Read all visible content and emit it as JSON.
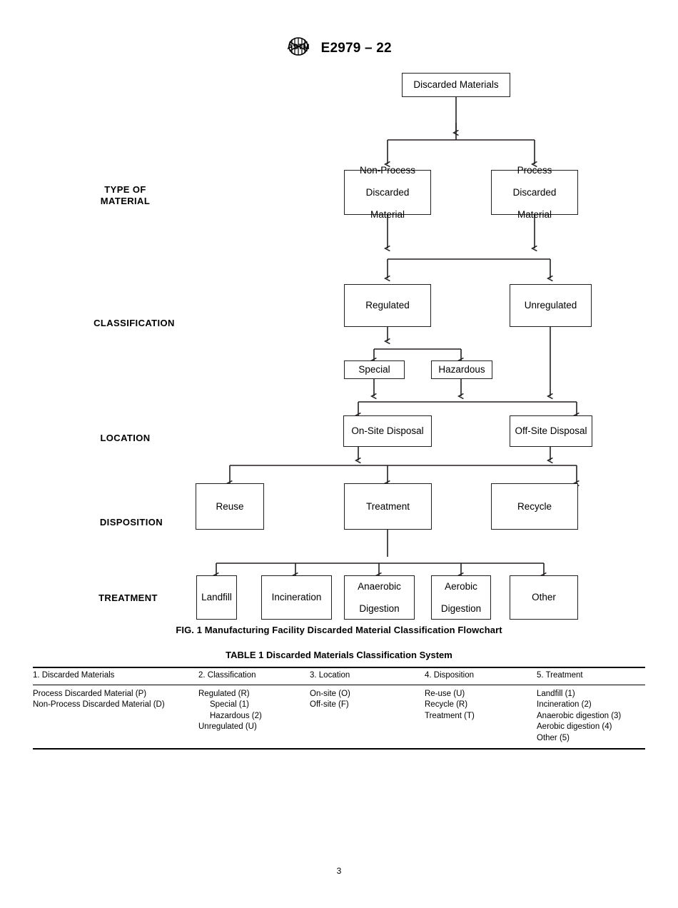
{
  "header": {
    "logo_icon": "astm-logo-icon",
    "designation": "E2979 – 22"
  },
  "figure": {
    "caption": "FIG. 1 Manufacturing Facility Discarded Material Classification Flowchart",
    "row_labels": [
      {
        "id": "type-of-material",
        "line1": "TYPE OF",
        "line2": "MATERIAL"
      },
      {
        "id": "classification",
        "line1": "CLASSIFICATION",
        "line2": ""
      },
      {
        "id": "location",
        "line1": "LOCATION",
        "line2": ""
      },
      {
        "id": "disposition",
        "line1": "DISPOSITION",
        "line2": ""
      },
      {
        "id": "treatment",
        "line1": "TREATMENT",
        "line2": ""
      }
    ],
    "nodes": {
      "discarded_materials": "Discarded Materials",
      "non_process": {
        "l1": "Non-Process",
        "l2": "Discarded",
        "l3": "Material"
      },
      "process": {
        "l1": "Process",
        "l2": "Discarded",
        "l3": "Material"
      },
      "regulated": "Regulated",
      "unregulated": "Unregulated",
      "special": "Special",
      "hazardous": "Hazardous",
      "on_site": "On-Site Disposal",
      "off_site": "Off-Site Disposal",
      "reuse": "Reuse",
      "treatment": "Treatment",
      "recycle": "Recycle",
      "landfill": "Landfill",
      "incineration": "Incineration",
      "anaerobic": {
        "l1": "Anaerobic",
        "l2": "Digestion"
      },
      "aerobic": {
        "l1": "Aerobic",
        "l2": "Digestion"
      },
      "other": "Other"
    }
  },
  "table": {
    "title": "TABLE 1 Discarded Materials Classification System",
    "headers": [
      "1. Discarded Materials",
      "2. Classification",
      "3. Location",
      "4. Disposition",
      "5. Treatment"
    ],
    "columns": [
      {
        "lines": [
          {
            "text": "Process Discarded Material (P)",
            "indent": false
          },
          {
            "text": "Non-Process Discarded Material (D)",
            "indent": false
          }
        ]
      },
      {
        "lines": [
          {
            "text": "Regulated (R)",
            "indent": false
          },
          {
            "text": "Special (1)",
            "indent": true
          },
          {
            "text": "Hazardous (2)",
            "indent": true
          },
          {
            "text": "Unregulated (U)",
            "indent": false
          }
        ]
      },
      {
        "lines": [
          {
            "text": "On-site (O)",
            "indent": false
          },
          {
            "text": "Off-site (F)",
            "indent": false
          }
        ]
      },
      {
        "lines": [
          {
            "text": "Re-use (U)",
            "indent": false
          },
          {
            "text": "Recycle (R)",
            "indent": false
          },
          {
            "text": "Treatment (T)",
            "indent": false
          }
        ]
      },
      {
        "lines": [
          {
            "text": "Landfill (1)",
            "indent": false
          },
          {
            "text": "Incineration (2)",
            "indent": false
          },
          {
            "text": "Anaerobic digestion (3)",
            "indent": false
          },
          {
            "text": "Aerobic digestion (4)",
            "indent": false
          },
          {
            "text": "Other (5)",
            "indent": false
          }
        ]
      }
    ]
  },
  "footer": {
    "page_number": "3"
  }
}
